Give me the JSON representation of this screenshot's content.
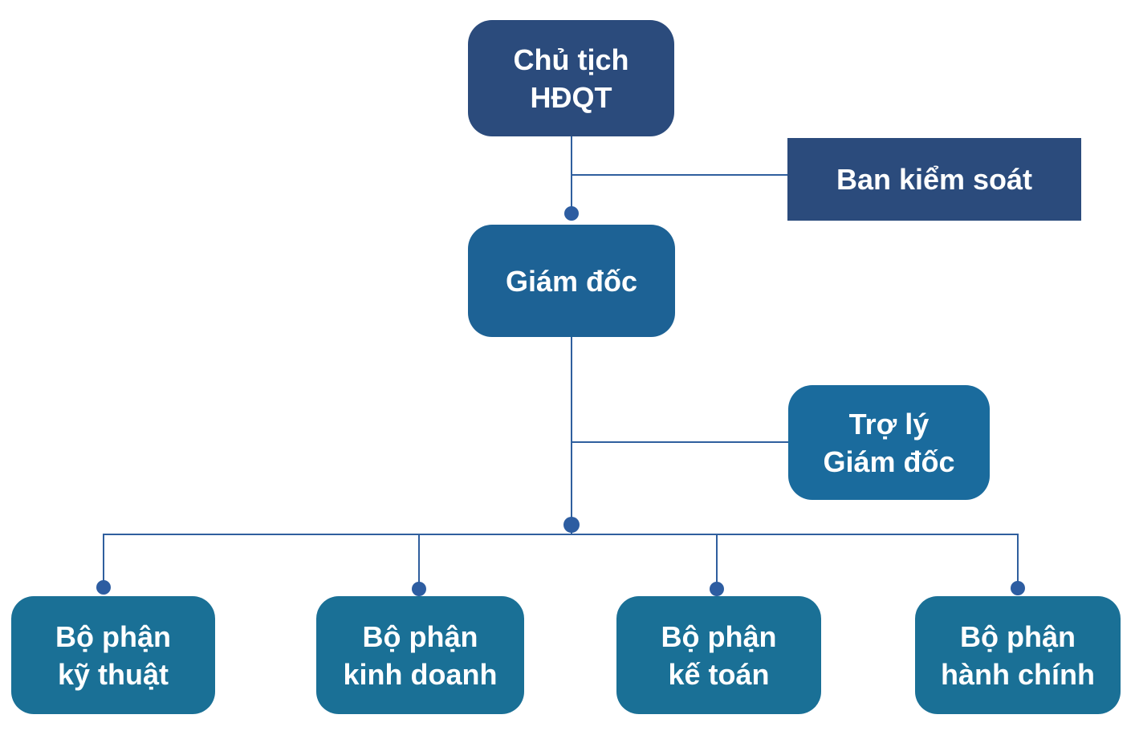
{
  "diagram": {
    "type": "org-chart",
    "nodes": {
      "chairman": {
        "line1": "Chủ tịch",
        "line2": "HĐQT"
      },
      "supervisory": {
        "line1": "Ban kiểm soát"
      },
      "director": {
        "line1": "Giám đốc"
      },
      "assistant": {
        "line1": "Trợ lý",
        "line2": "Giám đốc"
      },
      "dept_technical": {
        "line1": "Bộ phận",
        "line2": "kỹ thuật"
      },
      "dept_sales": {
        "line1": "Bộ phận",
        "line2": "kinh doanh"
      },
      "dept_accounting": {
        "line1": "Bộ phận",
        "line2": "kế toán"
      },
      "dept_admin": {
        "line1": "Bộ phận",
        "line2": "hành chính"
      }
    },
    "colors": {
      "navy": "#2B4B7C",
      "blue": "#1D6295",
      "assistant": "#1A6B9D",
      "department": "#1A7096",
      "connector": "#2F5F9E",
      "dot": "#2D5DA1",
      "text": "#FFFFFF",
      "background": "#FFFFFF"
    }
  }
}
